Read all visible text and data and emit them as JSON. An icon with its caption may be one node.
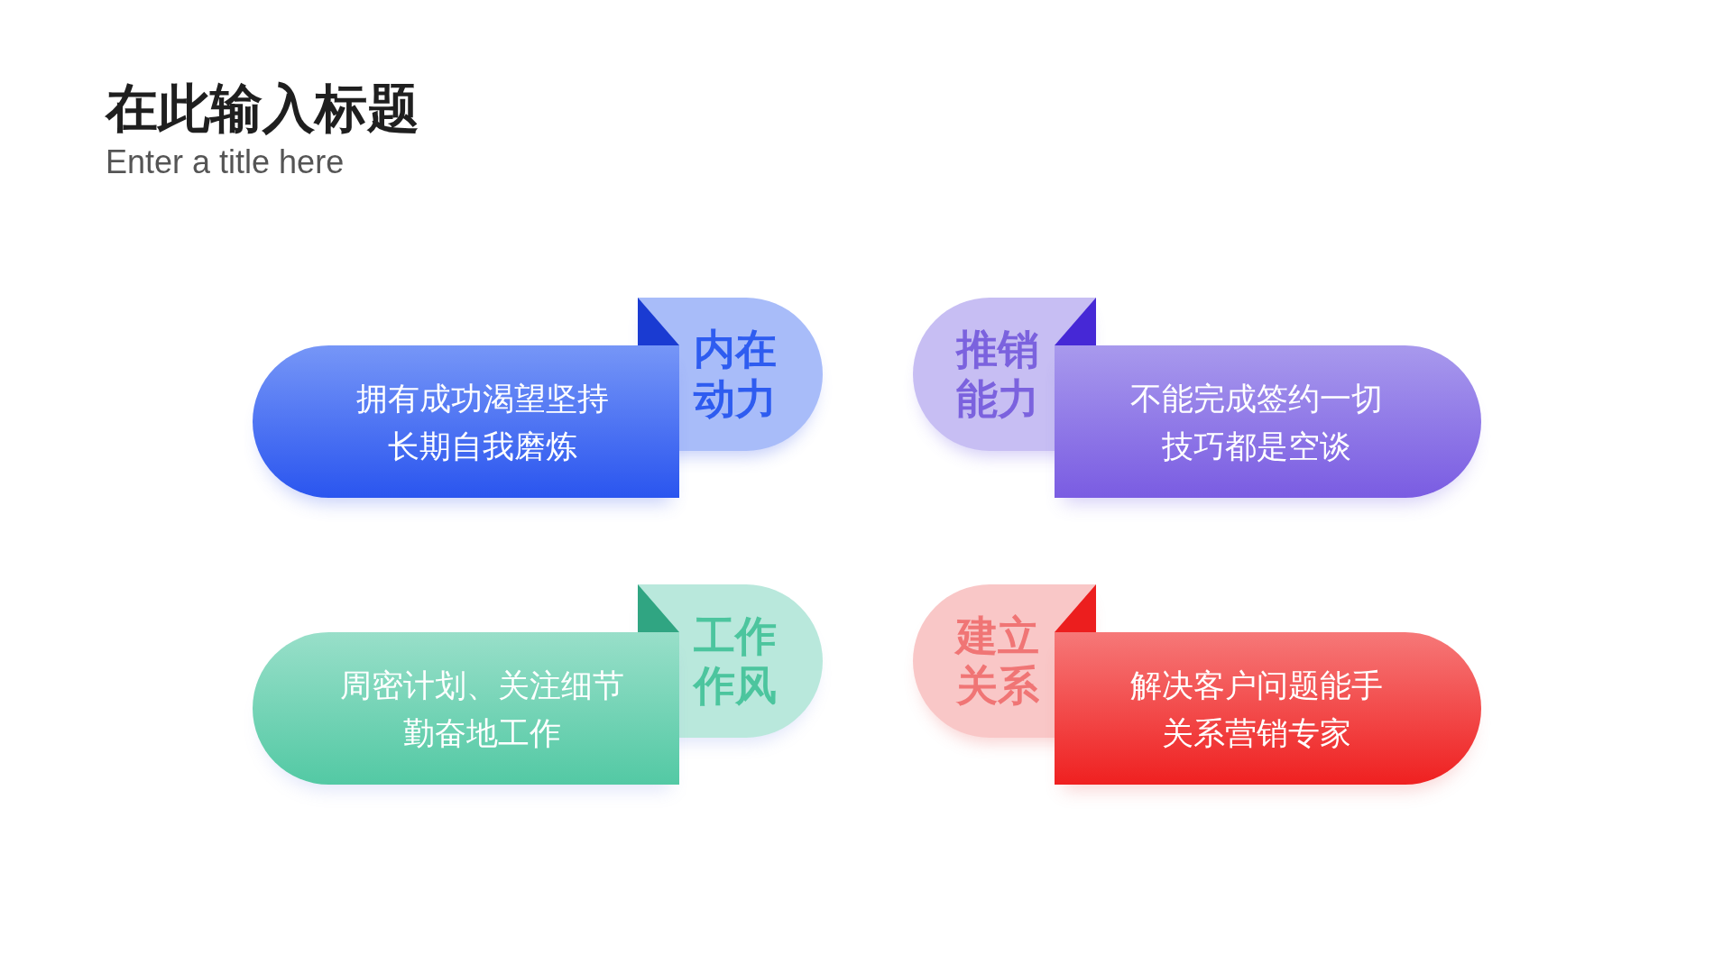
{
  "diagram": {
    "title": "在此输入标题",
    "nodes": [
      {
        "text": [
          "内在动力"
        ]
      },
      {
        "text": [
          "拥有成功渴望坚持长期自我磨炼"
        ]
      },
      {
        "text": [
          "推销能力"
        ]
      },
      {
        "text": [
          "不能完成签约一切技巧都是空谈"
        ]
      },
      {
        "text": [
          "工作作风"
        ]
      },
      {
        "text": [
          "周密计划、关注细节勤奋地工作"
        ]
      },
      {
        "text": [
          "建立关系"
        ]
      },
      {
        "text": [
          "解决客户问题能手关系营销专家"
        ]
      }
    ],
    "labels": [
      "Enter a title here"
    ]
  }
}
